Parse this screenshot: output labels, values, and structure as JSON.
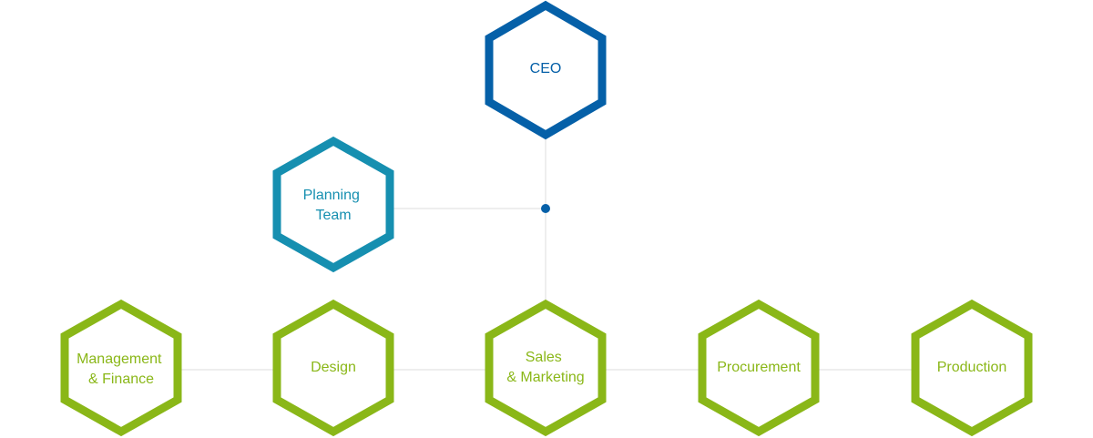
{
  "colors": {
    "ceo": "#0560a8",
    "planning": "#168fb0",
    "department": "#8ab718",
    "connector": "#dddddd",
    "junction_dot": "#0560a8"
  },
  "ceo": {
    "lines": [
      "CEO"
    ]
  },
  "planning_team": {
    "lines": [
      "Planning",
      "Team"
    ]
  },
  "departments": [
    {
      "lines": [
        "Management",
        "& Finance"
      ]
    },
    {
      "lines": [
        "Design"
      ]
    },
    {
      "lines": [
        "Sales",
        "& Marketing"
      ]
    },
    {
      "lines": [
        "Procurement"
      ]
    },
    {
      "lines": [
        "Production"
      ]
    }
  ]
}
